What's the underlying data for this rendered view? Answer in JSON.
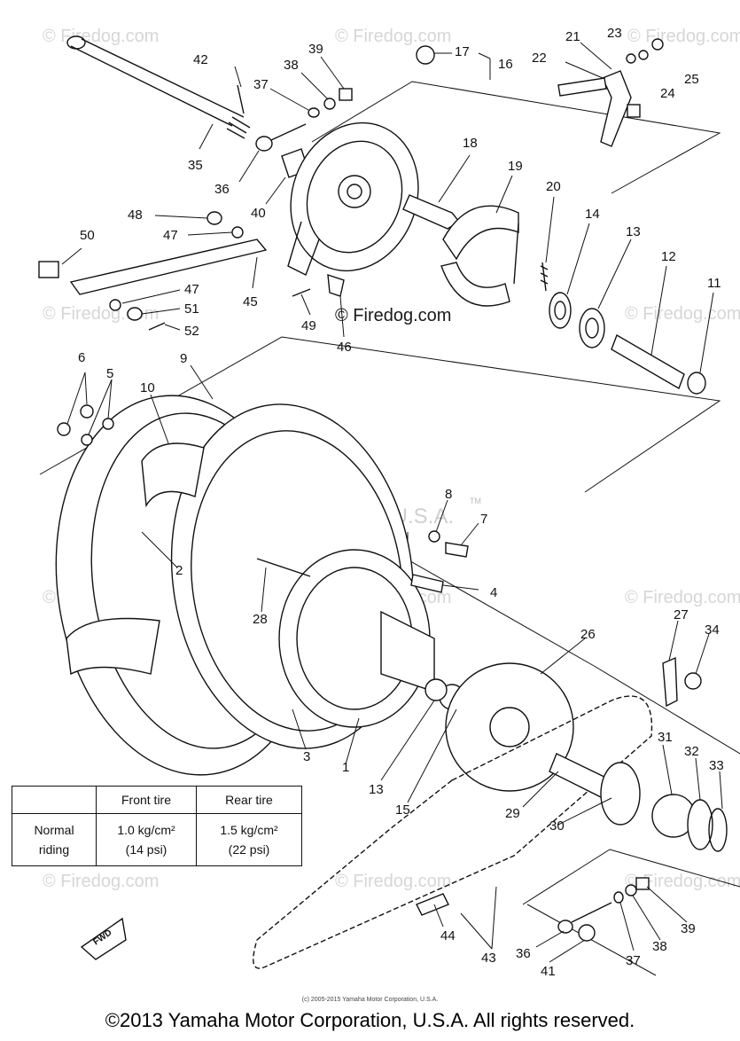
{
  "watermarks": {
    "site": "© Firedog.com",
    "center": "© Firedog.com",
    "corp": "Yamaha Motor Corp. U.S.A.",
    "tm": "TM"
  },
  "callouts": [
    "1",
    "2",
    "3",
    "4",
    "5",
    "5",
    "6",
    "6",
    "7",
    "8",
    "9",
    "10",
    "11",
    "12",
    "13",
    "13",
    "14",
    "15",
    "16",
    "17",
    "18",
    "19",
    "20",
    "21",
    "22",
    "23",
    "24",
    "25",
    "26",
    "27",
    "28",
    "29",
    "30",
    "31",
    "32",
    "33",
    "34",
    "35",
    "36",
    "36",
    "37",
    "37",
    "38",
    "38",
    "39",
    "39",
    "40",
    "41",
    "42",
    "43",
    "44",
    "45",
    "46",
    "47",
    "47",
    "48",
    "49",
    "50",
    "51",
    "52"
  ],
  "tire_table": {
    "headers": [
      "",
      "Front tire",
      "Rear tire"
    ],
    "row_label": "Normal\nriding",
    "front": "1.0 kg/cm²\n(14 psi)",
    "rear": "1.5 kg/cm²\n(22 psi)"
  },
  "fwd_label": "FWD",
  "copyright_small": "(c) 2005-2015 Yamaha Motor Corporation, U.S.A.",
  "copyright": "©2013 Yamaha Motor Corporation, U.S.A. All rights reserved."
}
